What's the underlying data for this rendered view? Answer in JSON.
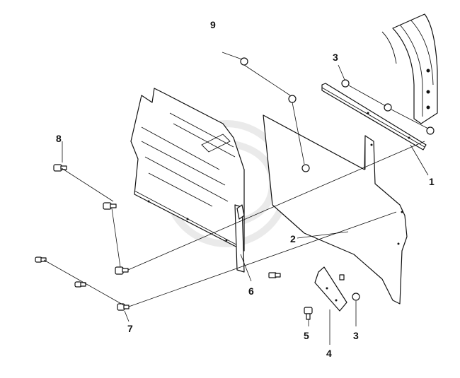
{
  "callouts": [
    {
      "id": "1",
      "label": "1"
    },
    {
      "id": "2",
      "label": "2"
    },
    {
      "id": "3a",
      "label": "3"
    },
    {
      "id": "3b",
      "label": "3"
    },
    {
      "id": "4",
      "label": "4"
    },
    {
      "id": "5",
      "label": "5"
    },
    {
      "id": "6",
      "label": "6"
    },
    {
      "id": "7",
      "label": "7"
    },
    {
      "id": "8",
      "label": "8"
    },
    {
      "id": "9",
      "label": "9"
    }
  ]
}
